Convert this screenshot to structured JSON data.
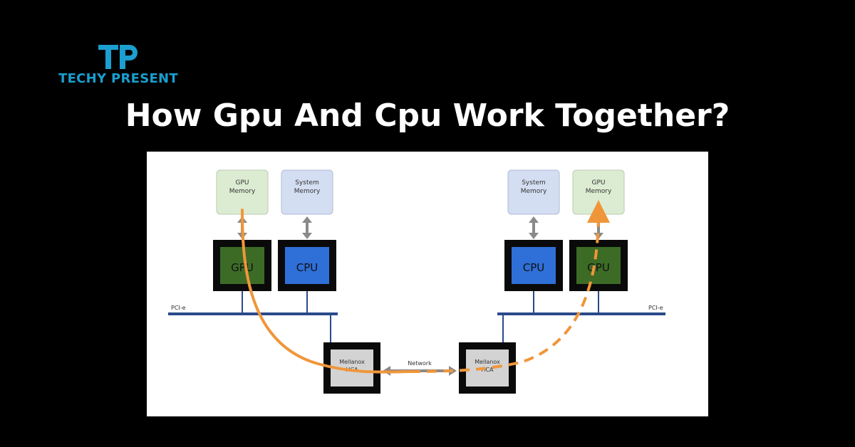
{
  "brand": {
    "logo_text": "TECHY PRESENT",
    "monogram": "TP",
    "color": "#1a9fd0"
  },
  "page_title": "How Gpu And Cpu Work Together?",
  "diagram": {
    "left_node": {
      "gpu_memory": [
        "GPU",
        "Memory"
      ],
      "system_memory": [
        "System",
        "Memory"
      ],
      "gpu": "GPU",
      "cpu": "CPU",
      "bus": "PCI-e",
      "hca": [
        "Mellanox",
        "HCA"
      ]
    },
    "right_node": {
      "system_memory": [
        "System",
        "Memory"
      ],
      "gpu_memory": [
        "GPU",
        "Memory"
      ],
      "cpu": "CPU",
      "gpu": "GPU",
      "bus": "PCI-e",
      "hca": [
        "Mellanox",
        "HCA"
      ]
    },
    "network": "Network",
    "colors": {
      "gpu_chip": "#3c6b26",
      "cpu_chip": "#2f6fd8",
      "gpu_memory": "#dcecd2",
      "system_memory": "#d4def2",
      "bus": "#2a4a8a",
      "data_path": "#f0963a",
      "hca": "#d3d3d3"
    }
  }
}
